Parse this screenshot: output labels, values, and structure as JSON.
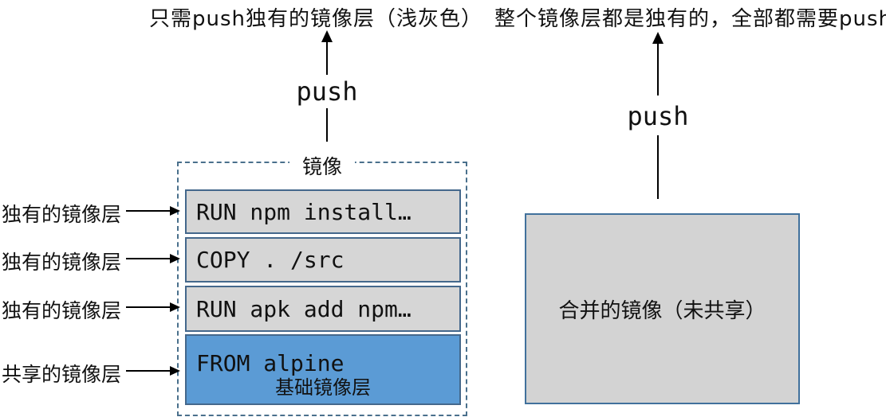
{
  "colors": {
    "arrow": "#000000",
    "blue_fill": "#5b9bd5",
    "gray_fill": "#d6d6d6",
    "layer_border": "#44688c",
    "dash_border": "#4a708c",
    "merged_fill": "#d3d3d3",
    "merged_border": "#41719c"
  },
  "left": {
    "title": "只需push独有的镜像层（浅灰色）",
    "push_label": "push",
    "box_label": "镜像",
    "row_labels": [
      "独有的镜像层",
      "独有的镜像层",
      "独有的镜像层",
      "共享的镜像层"
    ],
    "layers": [
      {
        "text": "RUN npm install…"
      },
      {
        "text": "COPY . /src"
      },
      {
        "text": "RUN apk add npm…"
      },
      {
        "text": "FROM alpine",
        "sub": "基础镜像层"
      }
    ]
  },
  "right": {
    "title": "整个镜像层都是独有的，全部都需要push",
    "push_label": "push",
    "box_label": "合并的镜像（未共享）"
  }
}
